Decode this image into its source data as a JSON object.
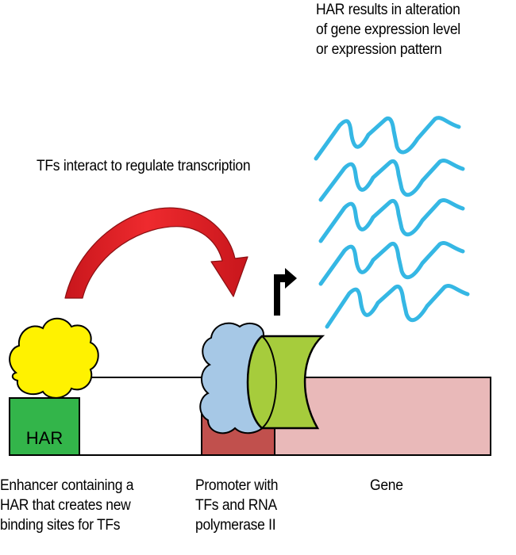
{
  "labels": {
    "outcome": [
      "HAR results in alteration",
      "of gene expression level",
      "or expression pattern"
    ],
    "interaction": "TFs interact to regulate transcription",
    "har_box": "HAR",
    "enhancer": [
      "Enhancer containing a",
      "HAR that creates new",
      "binding sites for TFs"
    ],
    "promoter": [
      "Promoter with",
      "TFs and RNA",
      "polymerase II"
    ],
    "gene": "Gene"
  },
  "colors": {
    "dna_line": "#000000",
    "har_region": "#33b54a",
    "enhancer_tf": "#fff200",
    "promoter_region": "#c1504d",
    "promoter_tf": "#a6c8e6",
    "rna_polymerase": "#a6cc3c",
    "gene_region": "#e9b9b9",
    "arrow": "#e21f26",
    "transcripts": "#35b7e4"
  },
  "icons": [
    "curved-arrow",
    "transcription-start-arrow",
    "transcript-wave"
  ]
}
